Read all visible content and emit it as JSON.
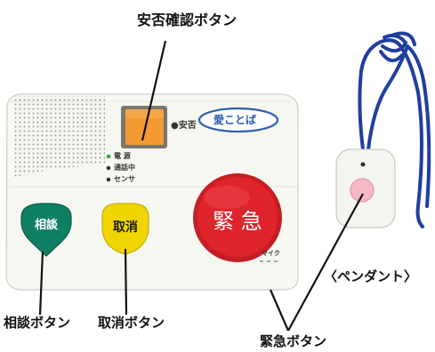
{
  "callouts": {
    "safety_check": "安否確認ボタン",
    "consult": "相談ボタン",
    "cancel": "取消ボタン",
    "emergency": "緊急ボタン",
    "pendant": "〈ペンダント〉"
  },
  "device": {
    "safety_label": "●安否",
    "brand_badge": "愛ことば",
    "indicators": [
      "電 源",
      "通話中",
      "センサ"
    ],
    "consult_button": "相談",
    "cancel_button": "取消",
    "emergency_button": "緊 急",
    "mic_label": "マイク"
  },
  "colors": {
    "consult_green": "#0e7f64",
    "cancel_yellow": "#f1d500",
    "emergency_red": "#e0242c",
    "safety_orange": "#f39a33",
    "badge_blue": "#2d5fb0",
    "cord_blue": "#1f3f9f",
    "pendant_pink": "#f6b9c6"
  }
}
